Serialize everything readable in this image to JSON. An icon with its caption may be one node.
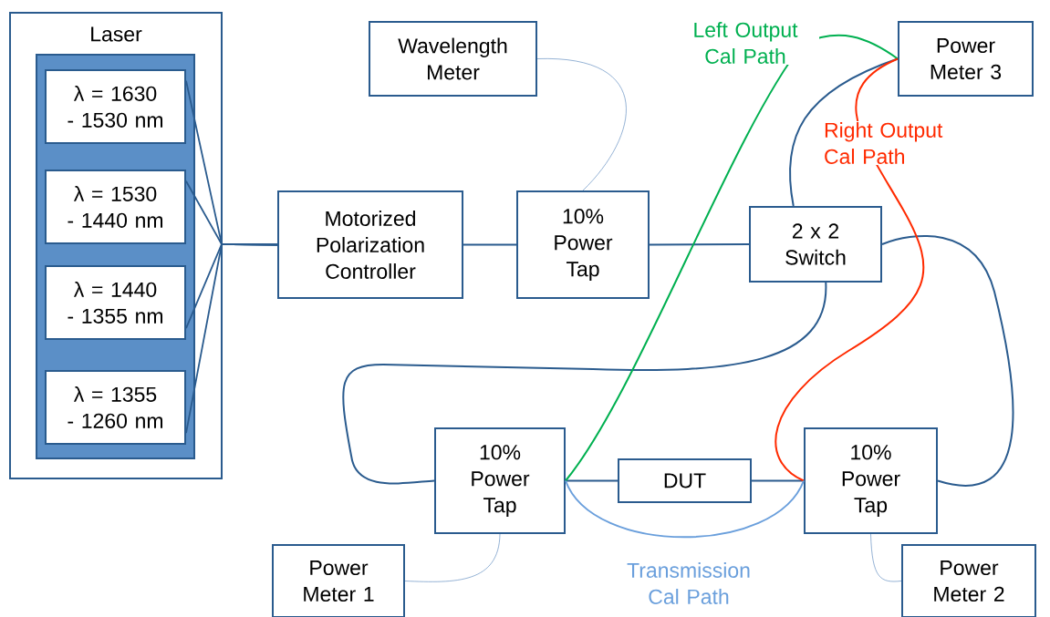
{
  "diagram": {
    "nodes": [
      {
        "text": [
          "Laser"
        ]
      },
      {
        "text": [],
        "shape": "box",
        "in": 0
      },
      {
        "text": [
          "λ = 1630 - 1530 nm"
        ],
        "in": 1
      },
      {
        "text": [
          "λ = 1530 - 1440 nm"
        ],
        "in": 1
      },
      {
        "text": [
          "λ = 1440 - 1355 nm"
        ],
        "in": 1
      },
      {
        "text": [
          "λ = 1355 - 1260 nm"
        ],
        "in": 1
      },
      {
        "text": [
          "Motorized Polarization Controller"
        ]
      },
      {
        "text": [
          "Wavelength Meter"
        ]
      },
      {
        "text": [
          "10% Power Tap"
        ]
      },
      {
        "text": [
          "2 x 2 Switch"
        ]
      },
      {
        "text": [
          "Power Meter 3"
        ]
      },
      {
        "text": [
          "10% Power Tap"
        ]
      },
      {
        "text": [
          "DUT"
        ]
      },
      {
        "text": [
          "10% Power Tap"
        ]
      },
      {
        "text": [
          "Power Meter 1"
        ]
      },
      {
        "text": [
          "Power Meter 2"
        ]
      }
    ],
    "edges": [
      {
        "from": 2,
        "to": 6,
        "arrow": "none"
      },
      {
        "from": 3,
        "to": 6,
        "arrow": "none"
      },
      {
        "from": 4,
        "to": 6,
        "arrow": "none"
      },
      {
        "from": 5,
        "to": 6,
        "arrow": "none"
      },
      {
        "from": 6,
        "to": 8,
        "arrow": "none"
      },
      {
        "from": 8,
        "to": 7,
        "arrow": "none",
        "color": "#4f7fb8"
      },
      {
        "from": 8,
        "to": 9,
        "arrow": "none"
      },
      {
        "from": 9,
        "to": 10,
        "arrow": "none"
      },
      {
        "from": 9,
        "to": 11,
        "arrow": "none"
      },
      {
        "from": 9,
        "to": 13,
        "arrow": "none"
      },
      {
        "from": 11,
        "to": 12,
        "arrow": "none"
      },
      {
        "from": 12,
        "to": 13,
        "arrow": "none"
      },
      {
        "from": 11,
        "to": 10,
        "arrow": "none",
        "color": "#00b050",
        "label": "Left Output Cal Path"
      },
      {
        "from": 13,
        "to": 10,
        "arrow": "none",
        "color": "#ff2a00",
        "label": "Right Output Cal Path"
      },
      {
        "from": 11,
        "to": 13,
        "arrow": "none",
        "color": "#6a9fdc",
        "label": "Transmission Cal Path"
      },
      {
        "from": 11,
        "to": 14,
        "arrow": "none",
        "color": "#4f7fb8"
      },
      {
        "from": 13,
        "to": 15,
        "arrow": "none",
        "color": "#4f7fb8"
      }
    ]
  }
}
